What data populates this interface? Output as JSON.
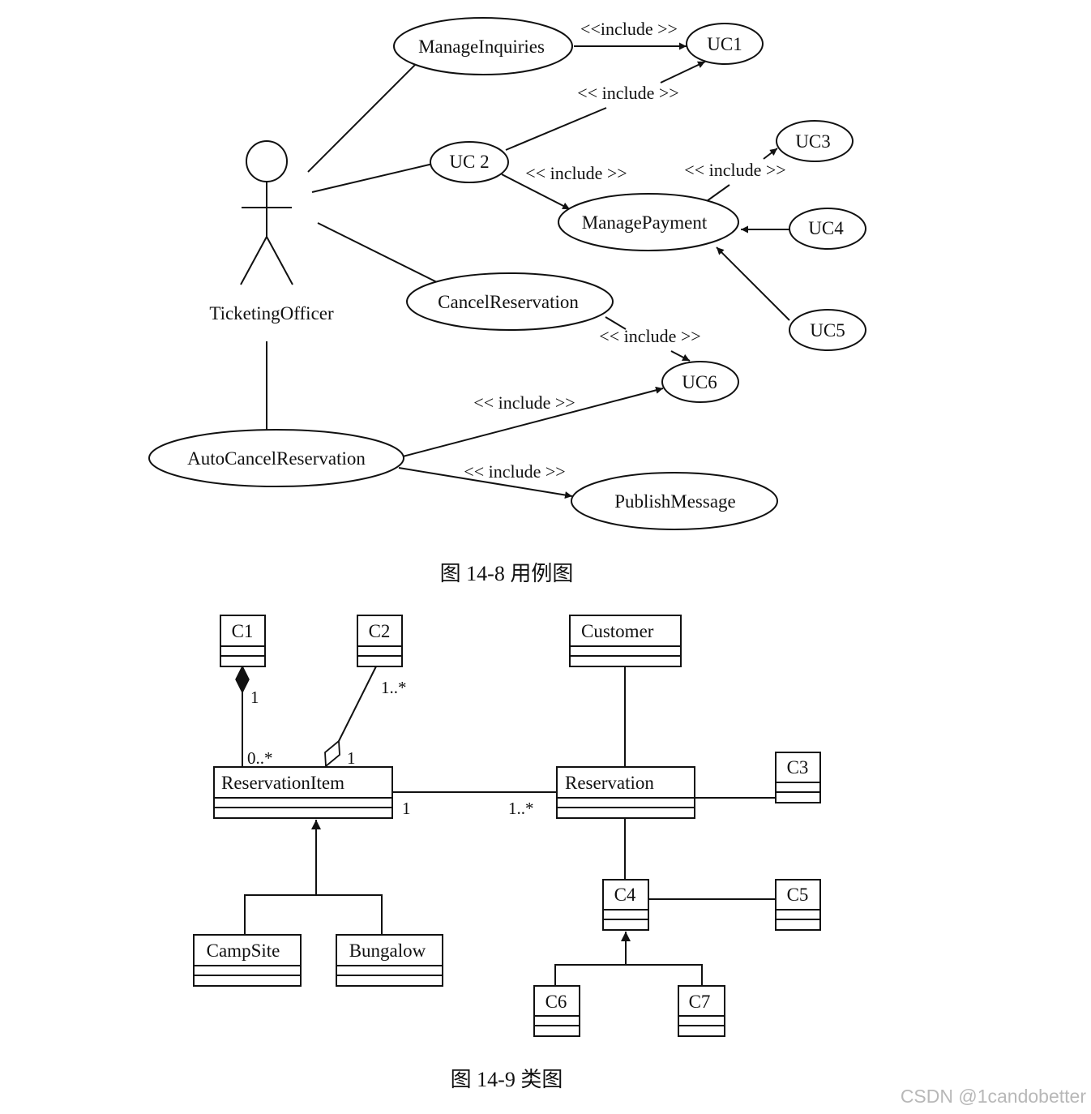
{
  "use_case_diagram": {
    "actor": "TicketingOfficer",
    "use_cases": {
      "manage_inquiries": "ManageInquiries",
      "uc1": "UC1",
      "uc2": "UC 2",
      "uc3": "UC3",
      "uc4": "UC4",
      "uc5": "UC5",
      "uc6": "UC6",
      "manage_payment": "ManagePayment",
      "cancel_reservation": "CancelReservation",
      "auto_cancel_reservation": "AutoCancelReservation",
      "publish_message": "PublishMessage"
    },
    "include_labels": {
      "mi_uc1": "<<include >>",
      "uc2_uc1": "<< include >>",
      "uc2_mp": "<< include >>",
      "mp_uc3": "<< include >>",
      "cr_uc6": "<< include >>",
      "acr_uc6": "<< include >>",
      "acr_pm": "<< include >>"
    },
    "caption": "图 14-8    用例图"
  },
  "class_diagram": {
    "classes": {
      "c1": "C1",
      "c2": "C2",
      "customer": "Customer",
      "reservation_item": "ReservationItem",
      "reservation": "Reservation",
      "c3": "C3",
      "c4": "C4",
      "c5": "C5",
      "campsite": "CampSite",
      "bungalow": "Bungalow",
      "c6": "C6",
      "c7": "C7"
    },
    "multiplicities": {
      "c1_end": "1",
      "ri_end_c1": "0..*",
      "c2_end": "1..*",
      "ri_end_c2": "1",
      "ri_end_res": "1",
      "res_end_ri": "1..*"
    },
    "caption": "图 14-9    类图"
  },
  "watermark": "CSDN @1candobetter"
}
